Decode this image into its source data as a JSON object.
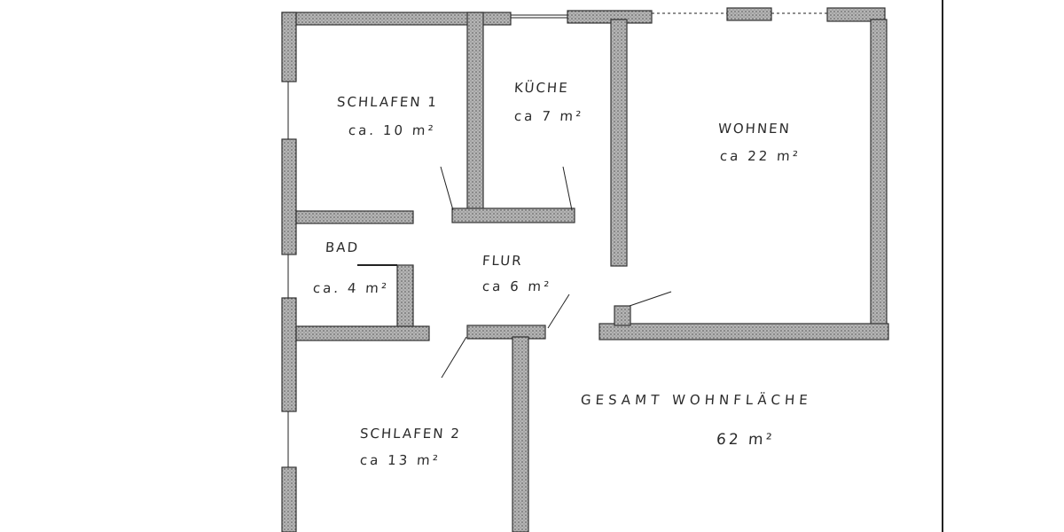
{
  "plan": {
    "colors": {
      "wall_fill": "#9a9a9a",
      "wall_stroke": "#3a3a3a",
      "line": "#222222",
      "paper": "#ffffff"
    },
    "rooms": [
      {
        "id": "schlafen1",
        "name": "SCHLAFEN 1",
        "area": "ca. 10 m²"
      },
      {
        "id": "kueche",
        "name": "KÜCHE",
        "area": "ca 7 m²"
      },
      {
        "id": "wohnen",
        "name": "WOHNEN",
        "area": "ca 22 m²"
      },
      {
        "id": "bad",
        "name": "BAD",
        "area": "ca. 4 m²"
      },
      {
        "id": "flur",
        "name": "FLUR",
        "area": "ca 6 m²"
      },
      {
        "id": "schlafen2",
        "name": "SCHLAFEN 2",
        "area": "ca 13 m²"
      }
    ],
    "total": {
      "label": "GESAMT WOHNFLÄCHE",
      "value": "62 m²"
    }
  }
}
